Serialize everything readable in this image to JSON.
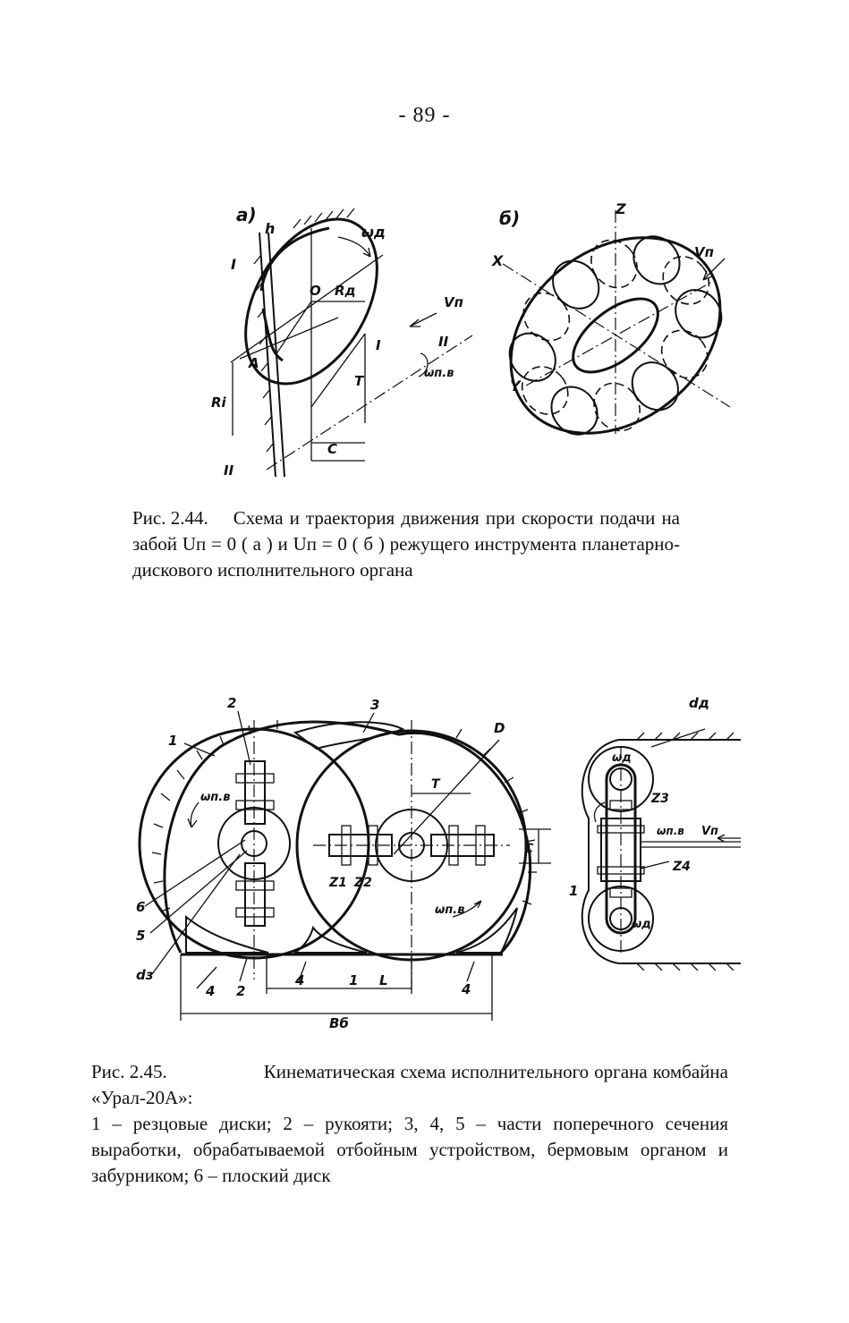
{
  "page": {
    "number": "- 89 -"
  },
  "figure_244": {
    "caption_number": "Рис. 2.44.",
    "caption_text": "Схема и траектория движения при скорости подачи на забой Uп = 0 ( а ) и Uп = 0 ( б ) режущего инструмента планетарно-дискового исполнительного органа",
    "panel_a": {
      "label": "а)",
      "labels": [
        "h",
        "I",
        "ωд",
        "O",
        "Rд",
        "Vп",
        "A",
        "I",
        "II",
        "ωп.в",
        "Rі",
        "T",
        "C",
        "II"
      ]
    },
    "panel_b": {
      "label": "б)",
      "labels": [
        "Z",
        "X",
        "Vп",
        "Y"
      ]
    }
  },
  "figure_245": {
    "caption_number": "Рис. 2.45.",
    "caption_text": "Кинематическая схема исполнительного органа комбайна «Урал-20А»:",
    "legend": "1 – резцовые диски; 2 – рукояти; 3, 4, 5 – части поперечного сечения выработки, обрабатываемой отбойным устройством, бермовым органом и забурником; 6 – плоский диск",
    "left_view": {
      "labels": [
        "2",
        "3",
        "1",
        "D",
        "ωп.в",
        "T",
        "C",
        "Z1",
        "Z2",
        "6",
        "5",
        "ωп.в",
        "dз",
        "4",
        "2",
        "4",
        "1",
        "L",
        "4",
        "Вб"
      ]
    },
    "right_view": {
      "labels": [
        "dд",
        "ωд",
        "Z3",
        "ωп.в",
        "Vп",
        "Z4",
        "1",
        "ωд"
      ]
    }
  }
}
